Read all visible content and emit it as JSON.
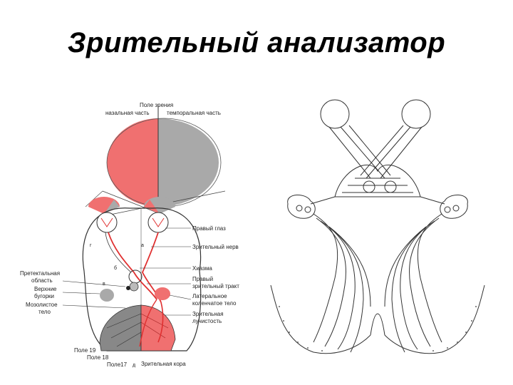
{
  "slide": {
    "title": "Зрительный анализатор"
  },
  "colors": {
    "nasal": "#f07070",
    "temporal": "#a9a9a9",
    "pathway": "#e03030",
    "ink": "#222222"
  },
  "left_diagram": {
    "field_title": "Поле зрения",
    "nasal_label": "назальная часть",
    "temporal_label": "темпоральная часть",
    "labels": {
      "right_eye": "Правый глаз",
      "optic_nerve": "Зрительный нерв",
      "chiasm": "Хиазма",
      "right_tract_1": "Правый",
      "right_tract_2": "зрительный тракт",
      "lgn_1": "Латеральное",
      "lgn_2": "коленчатое тело",
      "radiation_1": "Зрительная",
      "radiation_2": "лучистость",
      "pretectal_1": "Претектальная",
      "pretectal_2": "область",
      "colliculi_1": "Верхние",
      "colliculi_2": "бугорки",
      "callosum_1": "Мозолистое",
      "callosum_2": "тело",
      "field19": "Поле 19",
      "field18": "Поле 18",
      "field17": "Поле17",
      "visual_cortex": "Зрительная   кора"
    },
    "letters": {
      "a": "а",
      "b": "б",
      "v": "в",
      "g": "г",
      "d": "д"
    }
  },
  "right_diagram": {
    "kind": "visual pathway line drawing"
  }
}
